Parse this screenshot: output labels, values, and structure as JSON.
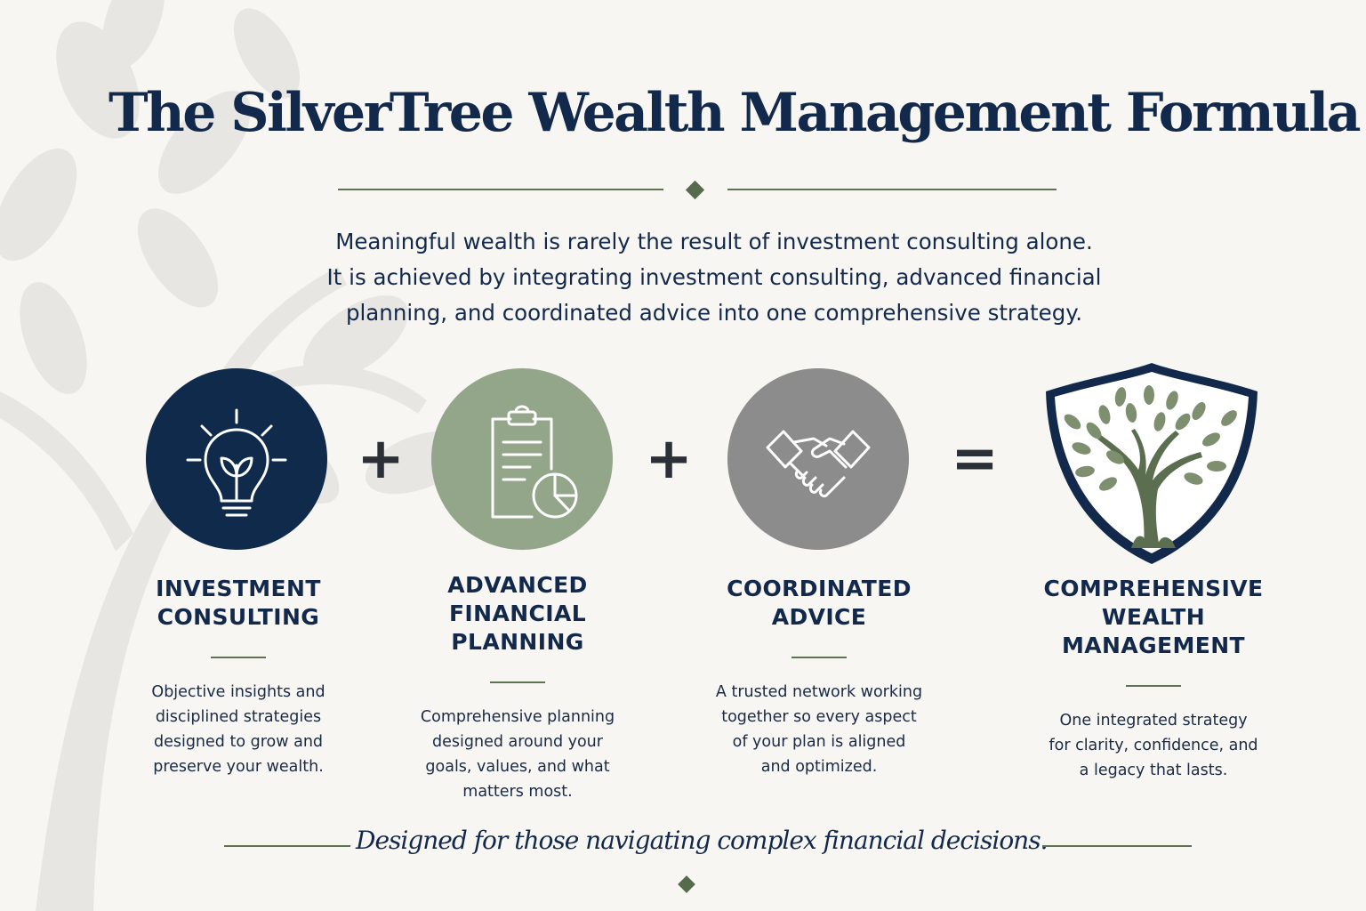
{
  "title": "The SilverTree Wealth Management Formula",
  "intro": [
    "Meaningful wealth is rarely the result of investment consulting alone.",
    "It is achieved by integrating investment consulting, advanced financial",
    "planning, and coordinated advice into one comprehensive strategy."
  ],
  "operators": {
    "plus": "+",
    "equals": "="
  },
  "pillars": [
    {
      "icon": "lightbulb-sprout-icon",
      "color": "#0f2a4a",
      "title": [
        "INVESTMENT",
        "CONSULTING"
      ],
      "description": [
        "Objective insights and",
        "disciplined strategies",
        "designed to grow and",
        "preserve your wealth."
      ]
    },
    {
      "icon": "clipboard-chart-icon",
      "color": "#94a68a",
      "title": [
        "ADVANCED",
        "FINANCIAL",
        "PLANNING"
      ],
      "description": [
        "Comprehensive planning",
        "designed around your",
        "goals, values, and what",
        "matters most."
      ]
    },
    {
      "icon": "handshake-icon",
      "color": "#8c8c8c",
      "title": [
        "COORDINATED",
        "ADVICE"
      ],
      "description": [
        "A trusted network working",
        "together so every aspect",
        "of your plan is aligned",
        "and optimized."
      ]
    }
  ],
  "result": {
    "icon": "tree-shield-icon",
    "title": [
      "COMPREHENSIVE",
      "WEALTH",
      "MANAGEMENT"
    ],
    "description": [
      "One integrated strategy",
      "for clarity, confidence, and",
      "a legacy that lasts."
    ]
  },
  "tagline": "Designed for those navigating complex financial decisions.",
  "colors": {
    "navy": "#13294b",
    "sage": "#5e7352",
    "background": "#f7f6f3"
  }
}
